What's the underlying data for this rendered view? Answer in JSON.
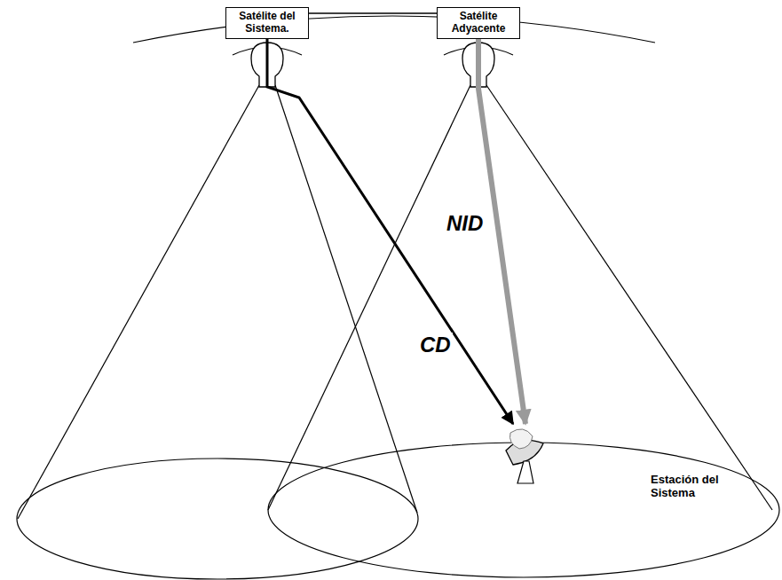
{
  "diagram": {
    "nodes": [
      {
        "text": [
          "Satélite del Sistema."
        ]
      },
      {
        "text": [
          "Satélite Adyacente"
        ]
      },
      {
        "text": [
          "Estación del Sistema"
        ]
      }
    ],
    "edges": [
      {
        "from": 0,
        "to": 1,
        "arrow": "none"
      },
      {
        "from": 0,
        "to": 2,
        "label": "CD",
        "arrow": "to"
      },
      {
        "from": 1,
        "to": 2,
        "label": "NID",
        "arrow": "to"
      }
    ]
  }
}
